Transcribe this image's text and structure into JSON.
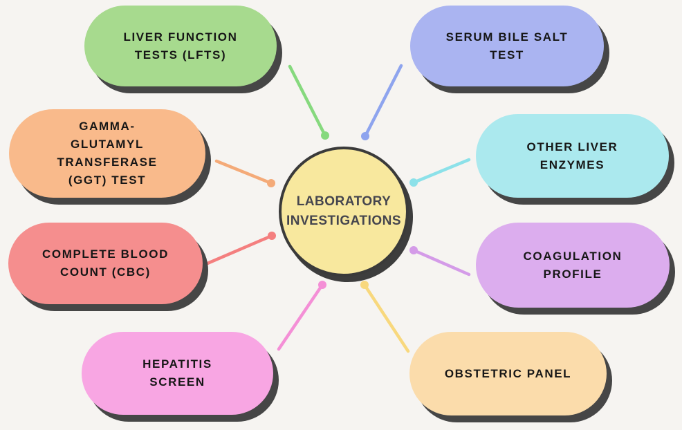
{
  "title": "Laboratory investigations mind map",
  "background_color": "#f6f4f1",
  "shadow_color": "#464646",
  "node_text_color": "#161616",
  "center": {
    "label": "LABORATORY\nINVESTIGATIONS",
    "fill": "#f8e89e",
    "border_color": "#3a3a3a",
    "text_color": "#45454e"
  },
  "nodes": [
    {
      "id": "liver-function-tests",
      "label": "LIVER FUNCTION\nTESTS (LFTS)",
      "fill": "#a7da8e",
      "line_color": "#86d97e"
    },
    {
      "id": "serum-bile-salt-test",
      "label": "SERUM BILE SALT\nTEST",
      "fill": "#aab4f1",
      "line_color": "#8ea4ee"
    },
    {
      "id": "gamma-glutamyl-transferase-test",
      "label": "GAMMA-\nGLUTAMYL\nTRANSFERASE\n(GGT) TEST",
      "fill": "#f9ba8b",
      "line_color": "#f4aa78"
    },
    {
      "id": "other-liver-enzymes",
      "label": "OTHER LIVER\nENZYMES",
      "fill": "#abe9ee",
      "line_color": "#8ce1e9"
    },
    {
      "id": "complete-blood-count",
      "label": "COMPLETE BLOOD\nCOUNT (CBC)",
      "fill": "#f58e8e",
      "line_color": "#f47f7f"
    },
    {
      "id": "coagulation-profile",
      "label": "COAGULATION\nPROFILE",
      "fill": "#dcadee",
      "line_color": "#d49be8"
    },
    {
      "id": "hepatitis-screen",
      "label": "HEPATITIS\nSCREEN",
      "fill": "#f8a6e3",
      "line_color": "#f48fd6"
    },
    {
      "id": "obstetric-panel",
      "label": "OBSTETRIC PANEL",
      "fill": "#fbdcab",
      "line_color": "#f8d87d"
    }
  ]
}
